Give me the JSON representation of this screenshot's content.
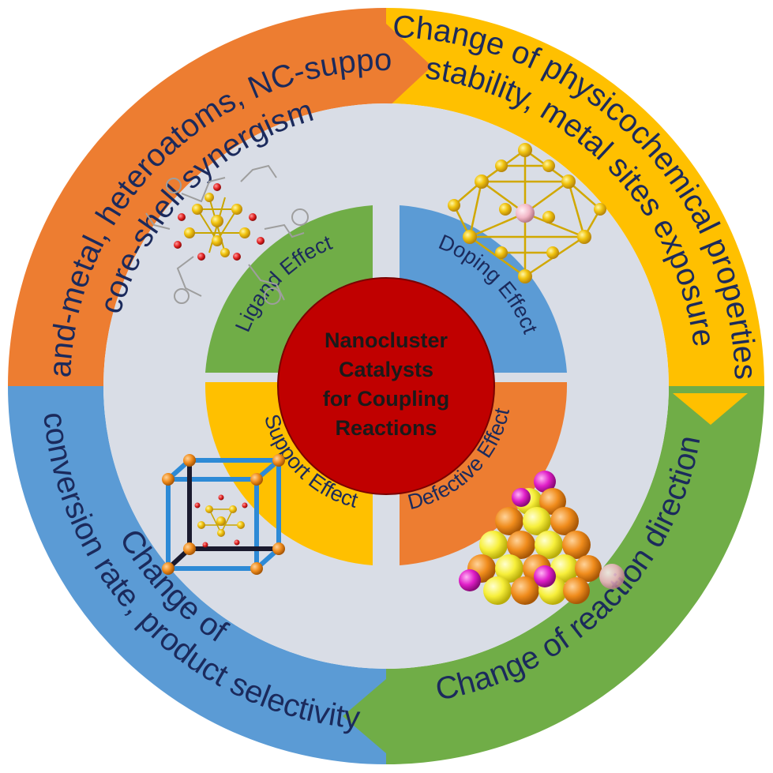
{
  "colors": {
    "orange": "#ed7d31",
    "yellow": "#ffc000",
    "green": "#70ad47",
    "blue": "#5b9bd5",
    "inner_bg": "#d9dde6",
    "center": "#c00000",
    "text": "#1b2a5c"
  },
  "outer_ring": {
    "top_left": {
      "line1": "Ligand-metal, heteroatoms, NC-support,",
      "line2": "core-shell synergism"
    },
    "top_right": {
      "line1": "Change of physicochemical properties",
      "line2": "stability, metal sites exposure"
    },
    "bottom_right": {
      "line1": "Change of reaction direction"
    },
    "bottom_left": {
      "line1": "conversion rate, product selectivity",
      "line2": "Change of"
    }
  },
  "quadrants": {
    "ligand": "Ligand Effect",
    "doping": "Doping Effect",
    "support": "Support Effect",
    "defective": "Defective Effect"
  },
  "center": {
    "line1": "Nanocluster",
    "line2": "Catalysts",
    "line3": "for Coupling",
    "line4": "Reactions"
  },
  "icons": {
    "ligand_structure": "ligand-protected-cluster-icon",
    "doped_cluster": "doped-metal-cluster-icon",
    "framework_cube": "framework-cube-icon",
    "defective_cluster": "defective-sphere-cluster-icon"
  }
}
